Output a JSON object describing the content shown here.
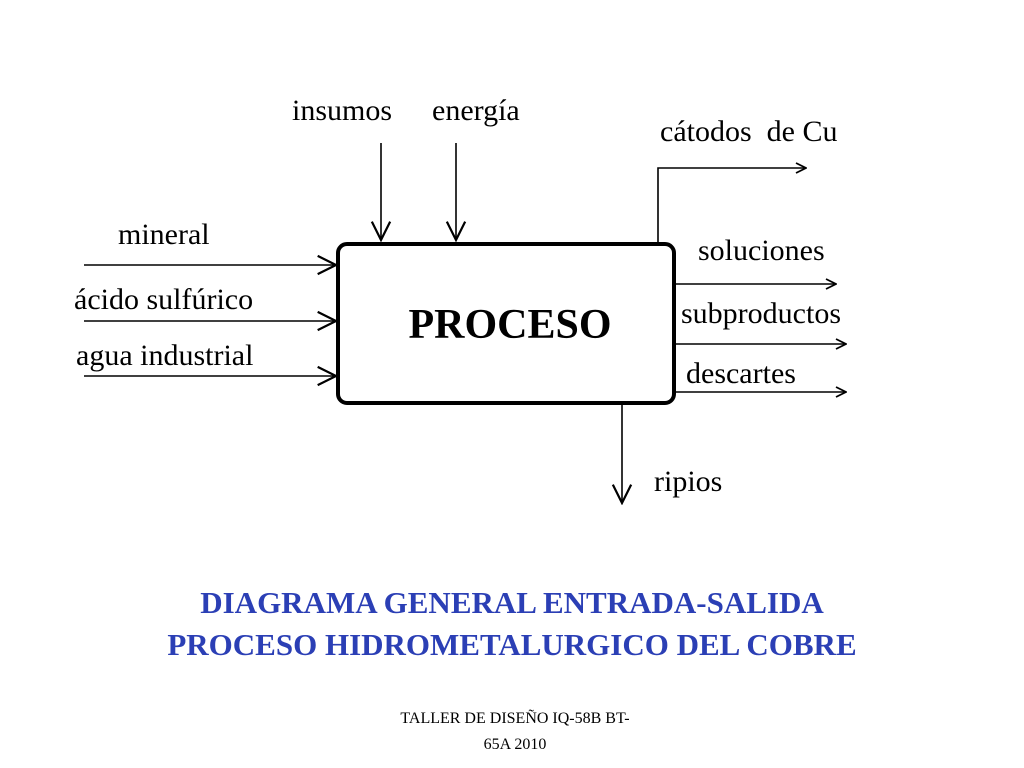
{
  "colors": {
    "ink": "#000000",
    "caption": "#2b3fb5"
  },
  "diagram": {
    "process_label": "PROCESO",
    "top_inputs": [
      "insumos",
      "energía"
    ],
    "left_inputs": [
      "mineral",
      "ácido sulfúrico",
      "agua industrial"
    ],
    "outputs_upper": "cátodos  de Cu",
    "outputs_right": [
      "soluciones",
      "subproductos",
      "descartes"
    ],
    "output_bottom": "ripios"
  },
  "caption": {
    "line1": "DIAGRAMA GENERAL ENTRADA-SALIDA",
    "line2": "PROCESO HIDROMETALURGICO DEL COBRE"
  },
  "footer": {
    "line1": "TALLER DE DISEÑO IQ-58B  BT-",
    "line2": "65A 2010"
  }
}
